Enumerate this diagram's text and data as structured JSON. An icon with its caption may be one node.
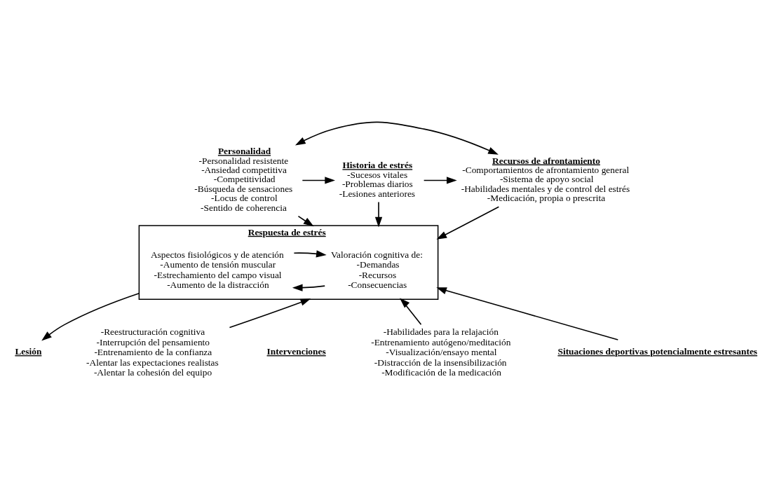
{
  "diagram": {
    "nodes": [
      {
        "text": [
          "Personalidad",
          "-Personalidad resistente",
          "-Ansiedad competitiva",
          "-Competitividad",
          "-Búsqueda de sensaciones",
          "-Locus de control",
          "-Sentido de coherencia"
        ]
      },
      {
        "text": [
          "Historia de estrés",
          "-Sucesos vitales",
          "-Problemas diarios",
          "-Lesiones anteriores"
        ]
      },
      {
        "text": [
          "Recursos de afrontamiento",
          "-Comportamientos de afrontamiento general",
          "-Sistema de apoyo social",
          "-Habilidades mentales y de control del estrés",
          "-Medicación, propia o prescrita"
        ]
      },
      {
        "text": [
          "Respuesta de estrés"
        ]
      },
      {
        "text": [
          "Valoración cognitiva de:",
          "-Demandas",
          "-Recursos",
          "-Consecuencias"
        ],
        "in": 3
      },
      {
        "text": [
          "Aspectos fisiológicos y de atención",
          "-Aumento de tensión muscular",
          "-Estrechamiento del campo visual",
          "-Aumento de la distracción"
        ],
        "in": 3
      },
      {
        "text": [
          "Situaciones deportivas potencialmente estresantes"
        ]
      },
      {
        "text": [
          "Lesión"
        ]
      },
      {
        "text": [
          "-Reestructuración cognitiva",
          "-Interrupción del pensamiento",
          "-Entrenamiento de la confianza",
          "-Alentar las expectaciones realistas",
          "-Alentar la cohesión del equipo"
        ]
      },
      {
        "text": [
          "-Habilidades para la relajación",
          "-Entrenamiento autógeno/meditación",
          "-Visualización/ensayo mental",
          "-Distracción de la insensibilización",
          "-Modificación de la medicación"
        ]
      }
    ],
    "edges": [
      {
        "from": 0,
        "to": 2,
        "arrow": "both"
      },
      {
        "from": 0,
        "to": 1,
        "arrow": "to"
      },
      {
        "from": 1,
        "to": 2,
        "arrow": "to"
      },
      {
        "from": 0,
        "to": 3,
        "arrow": "to"
      },
      {
        "from": 1,
        "to": 3,
        "arrow": "to"
      },
      {
        "from": 2,
        "to": 3,
        "arrow": "to"
      },
      {
        "from": 6,
        "to": 3,
        "arrow": "to"
      },
      {
        "from": 4,
        "to": 5,
        "arrow": "to"
      },
      {
        "from": 5,
        "to": 4,
        "arrow": "to"
      },
      {
        "from": 3,
        "to": 7,
        "arrow": "to"
      },
      {
        "from": 8,
        "to": 3,
        "arrow": "to"
      },
      {
        "from": 9,
        "to": 3,
        "arrow": "to"
      }
    ],
    "labels": [
      "Intervenciones"
    ]
  }
}
